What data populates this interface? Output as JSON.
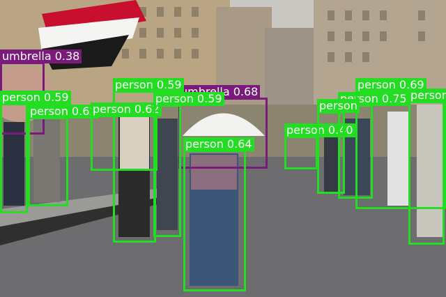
{
  "palette": {
    "person": "#22dd22",
    "umbrella": "#7a1a7a"
  },
  "detections": [
    {
      "label": "umbrella 0.38",
      "cls": "umbrella"
    },
    {
      "label": "umbrella 0.68",
      "cls": "umbrella"
    },
    {
      "label": "person 0.59",
      "cls": "person"
    },
    {
      "label": "person 0.59",
      "cls": "person"
    },
    {
      "label": "person 0.62",
      "cls": "person"
    },
    {
      "label": "person 0.62",
      "cls": "person"
    },
    {
      "label": "person 0.59",
      "cls": "person"
    },
    {
      "label": "person 0.64",
      "cls": "person"
    },
    {
      "label": "person 0.40",
      "cls": "person"
    },
    {
      "label": "person 0.75",
      "cls": "person"
    },
    {
      "label": "person 0.69",
      "cls": "person"
    },
    {
      "label": "person 0.59",
      "cls": "person"
    },
    {
      "label": "person",
      "cls": "person"
    }
  ]
}
